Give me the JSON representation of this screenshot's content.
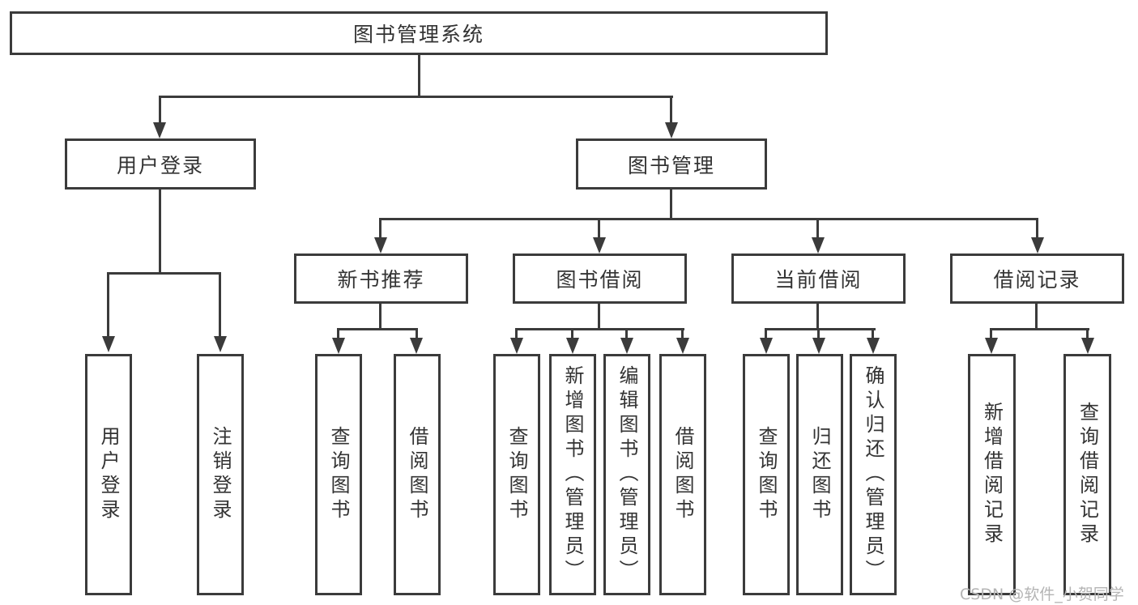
{
  "diagram_type": "hierarchy-tree",
  "colors": {
    "line": "#3b3b3b",
    "box_border": "#3b3b3b",
    "text": "#333333",
    "background": "#ffffff",
    "watermark": "#b4b4b4"
  },
  "tree": {
    "label": "图书管理系统",
    "children": [
      {
        "label": "用户登录",
        "children": [
          {
            "label": "用户登录"
          },
          {
            "label": "注销登录"
          }
        ]
      },
      {
        "label": "图书管理",
        "children": [
          {
            "label": "新书推荐",
            "children": [
              {
                "label": "查询图书"
              },
              {
                "label": "借阅图书"
              }
            ]
          },
          {
            "label": "图书借阅",
            "children": [
              {
                "label": "查询图书"
              },
              {
                "label": "新增图书（管理员）"
              },
              {
                "label": "编辑图书（管理员）"
              },
              {
                "label": "借阅图书"
              }
            ]
          },
          {
            "label": "当前借阅",
            "children": [
              {
                "label": "查询图书"
              },
              {
                "label": "归还图书"
              },
              {
                "label": "确认归还（管理员）"
              }
            ]
          },
          {
            "label": "借阅记录",
            "children": [
              {
                "label": "新增借阅记录"
              },
              {
                "label": "查询借阅记录"
              }
            ]
          }
        ]
      }
    ]
  },
  "watermark": {
    "text": "CSDN @软件_小贺同学"
  }
}
